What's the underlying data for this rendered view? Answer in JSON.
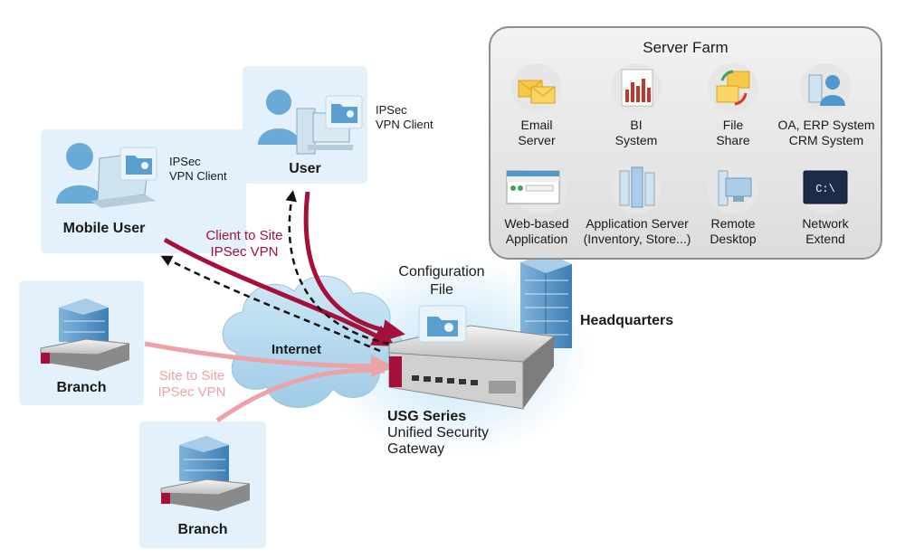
{
  "server_farm": {
    "title": "Server Farm",
    "items": [
      {
        "icon": "email-icon",
        "line1": "Email",
        "line2": "Server"
      },
      {
        "icon": "bi-chart-icon",
        "line1": "BI",
        "line2": "System"
      },
      {
        "icon": "file-share-icon",
        "line1": "File",
        "line2": "Share"
      },
      {
        "icon": "user-system-icon",
        "line1": "OA, ERP System",
        "line2": "CRM System"
      },
      {
        "icon": "web-browser-icon",
        "line1": "Web-based",
        "line2": "Application"
      },
      {
        "icon": "server-tower-icon",
        "line1": "Application Server",
        "line2": "(Inventory, Store...)"
      },
      {
        "icon": "monitor-icon",
        "line1": "Remote",
        "line2": "Desktop"
      },
      {
        "icon": "terminal-icon",
        "line1": "Network",
        "line2": "Extend",
        "glyph": "C:\\"
      }
    ]
  },
  "nodes": {
    "mobile_user": "Mobile User",
    "user": "User",
    "branch_1": "Branch",
    "branch_2": "Branch",
    "headquarters": "Headquarters",
    "internet": "Internet"
  },
  "vpn_client": {
    "line1": "IPSec",
    "line2": "VPN Client"
  },
  "vpn_client_user": {
    "line1": "IPSec",
    "line2": "VPN Client"
  },
  "config_file": {
    "line1": "Configuration",
    "line2": "File"
  },
  "links": {
    "client_to_site": {
      "line1": "Client to Site",
      "line2": "IPSec VPN",
      "color": "#a4103a"
    },
    "site_to_site": {
      "line1": "Site to Site",
      "line2": "IPSec VPN",
      "color": "#eba3a8"
    }
  },
  "gateway": {
    "title": "USG Series",
    "line2": "Unified Security",
    "line3": "Gateway"
  },
  "colors": {
    "panel": "#e2f1fb",
    "accent": "#a4103a",
    "faint": "#eba3a8"
  }
}
